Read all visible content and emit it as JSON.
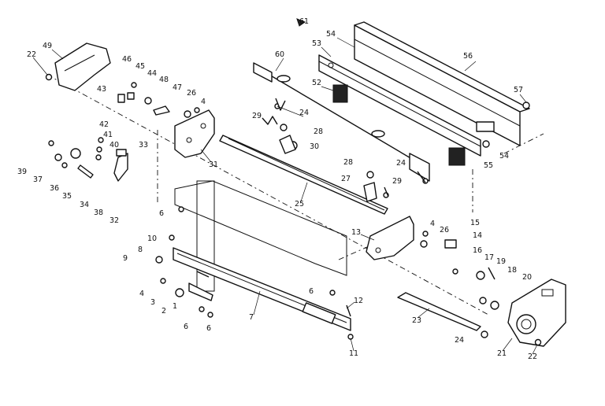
{
  "labels": {
    "l1": "1",
    "l2": "2",
    "l3": "3",
    "l4a": "4",
    "l4b": "4",
    "l4c": "4",
    "l6a": "6",
    "l6b": "6",
    "l6c": "6",
    "l6d": "6",
    "l7": "7",
    "l8": "8",
    "l9": "9",
    "l10": "10",
    "l11": "11",
    "l12": "12",
    "l13": "13",
    "l14": "14",
    "l15": "15",
    "l16": "16",
    "l17": "17",
    "l18": "18",
    "l19": "19",
    "l20": "20",
    "l21": "21",
    "l22a": "22",
    "l22b": "22",
    "l23": "23",
    "l24a": "24",
    "l24b": "24",
    "l24c": "24",
    "l25": "25",
    "l26a": "26",
    "l26b": "26",
    "l27": "27",
    "l28a": "28",
    "l28b": "28",
    "l29a": "29",
    "l29b": "29",
    "l30": "30",
    "l31": "31",
    "l32": "32",
    "l33": "33",
    "l34": "34",
    "l35": "35",
    "l36": "36",
    "l37": "37",
    "l38": "38",
    "l39": "39",
    "l40": "40",
    "l41": "41",
    "l42": "42",
    "l43": "43",
    "l44": "44",
    "l45": "45",
    "l46": "46",
    "l47": "47",
    "l48": "48",
    "l49": "49",
    "l52": "52",
    "l53": "53",
    "l54a": "54",
    "l54b": "54",
    "l55": "55",
    "l56": "56",
    "l57": "57",
    "l60": "60",
    "l61": "61"
  },
  "colors": {
    "ink": "#111111",
    "paper": "#ffffff"
  }
}
